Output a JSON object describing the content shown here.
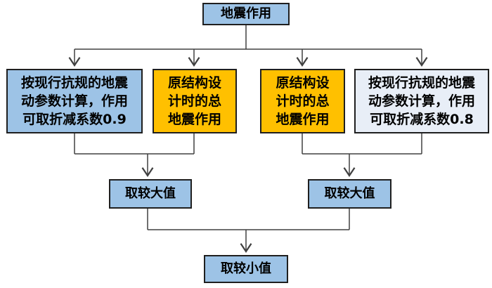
{
  "colors": {
    "node_blue": "#9DC3E6",
    "node_orange": "#FFC000",
    "node_light": "#E8EEF7",
    "node_border": "#1F1F1F",
    "connector_line": "#404040",
    "background": "#FFFFFF"
  },
  "flowchart": {
    "root": {
      "label": "地震作用"
    },
    "branches": [
      {
        "fill": "#9DC3E6",
        "lines": [
          "按现行抗规的地震",
          "动参数计算，作用",
          "可取折减系数0.9"
        ]
      },
      {
        "fill": "#FFC000",
        "lines": [
          "原结构设",
          "计时的总",
          "地震作用"
        ]
      },
      {
        "fill": "#FFC000",
        "lines": [
          "原结构设",
          "计时的总",
          "地震作用"
        ]
      },
      {
        "fill": "#E8EEF7",
        "lines": [
          "按现行抗规的地震",
          "动参数计算，作用",
          "可取折减系数0.8"
        ]
      }
    ],
    "compare_left": {
      "label": "取较大值"
    },
    "compare_right": {
      "label": "取较大值"
    },
    "result": {
      "label": "取较小值"
    }
  }
}
